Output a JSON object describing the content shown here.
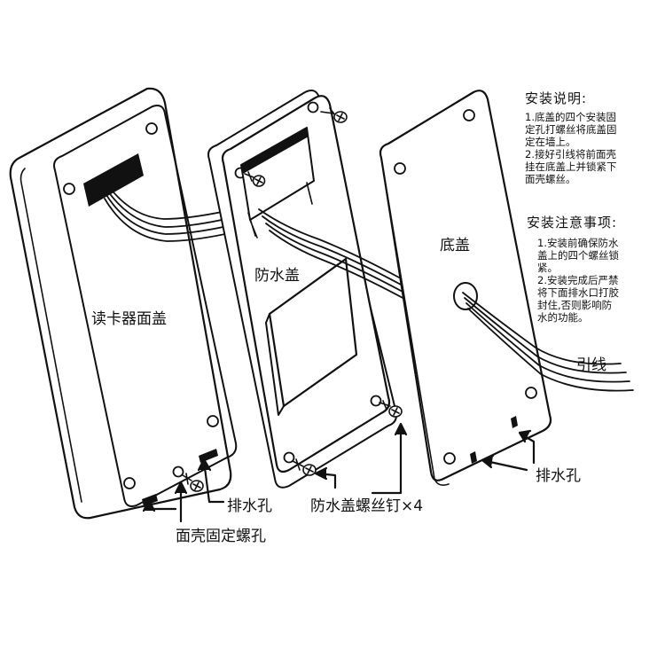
{
  "panels": {
    "reader_cover": "读卡器面盖",
    "waterproof_cover": "防水盖",
    "base_cover": "底盖"
  },
  "callouts": {
    "drain_hole_left": "排水孔",
    "shell_fixing_hole": "面壳固定螺孔",
    "waterproof_screws": "防水盖螺丝钉×4",
    "drain_hole_right": "排水孔",
    "lead_wire": "引线"
  },
  "instructions": {
    "title": "安装说明:",
    "lines": [
      "1.底盖的四个安装固",
      "定孔打螺丝将底盖固",
      "定在墙上。",
      "2.接好引线将前面壳",
      "挂在底盖上并锁紧下",
      "面壳螺丝。"
    ]
  },
  "precautions": {
    "title": "安装注意事项:",
    "lines": [
      "1.安装前确保防水",
      "盖上的四个螺丝锁",
      "紧。",
      "2.安装完成后严禁",
      "将下面排水口打胶",
      "封住,否则影响防",
      "水的功能。"
    ]
  }
}
